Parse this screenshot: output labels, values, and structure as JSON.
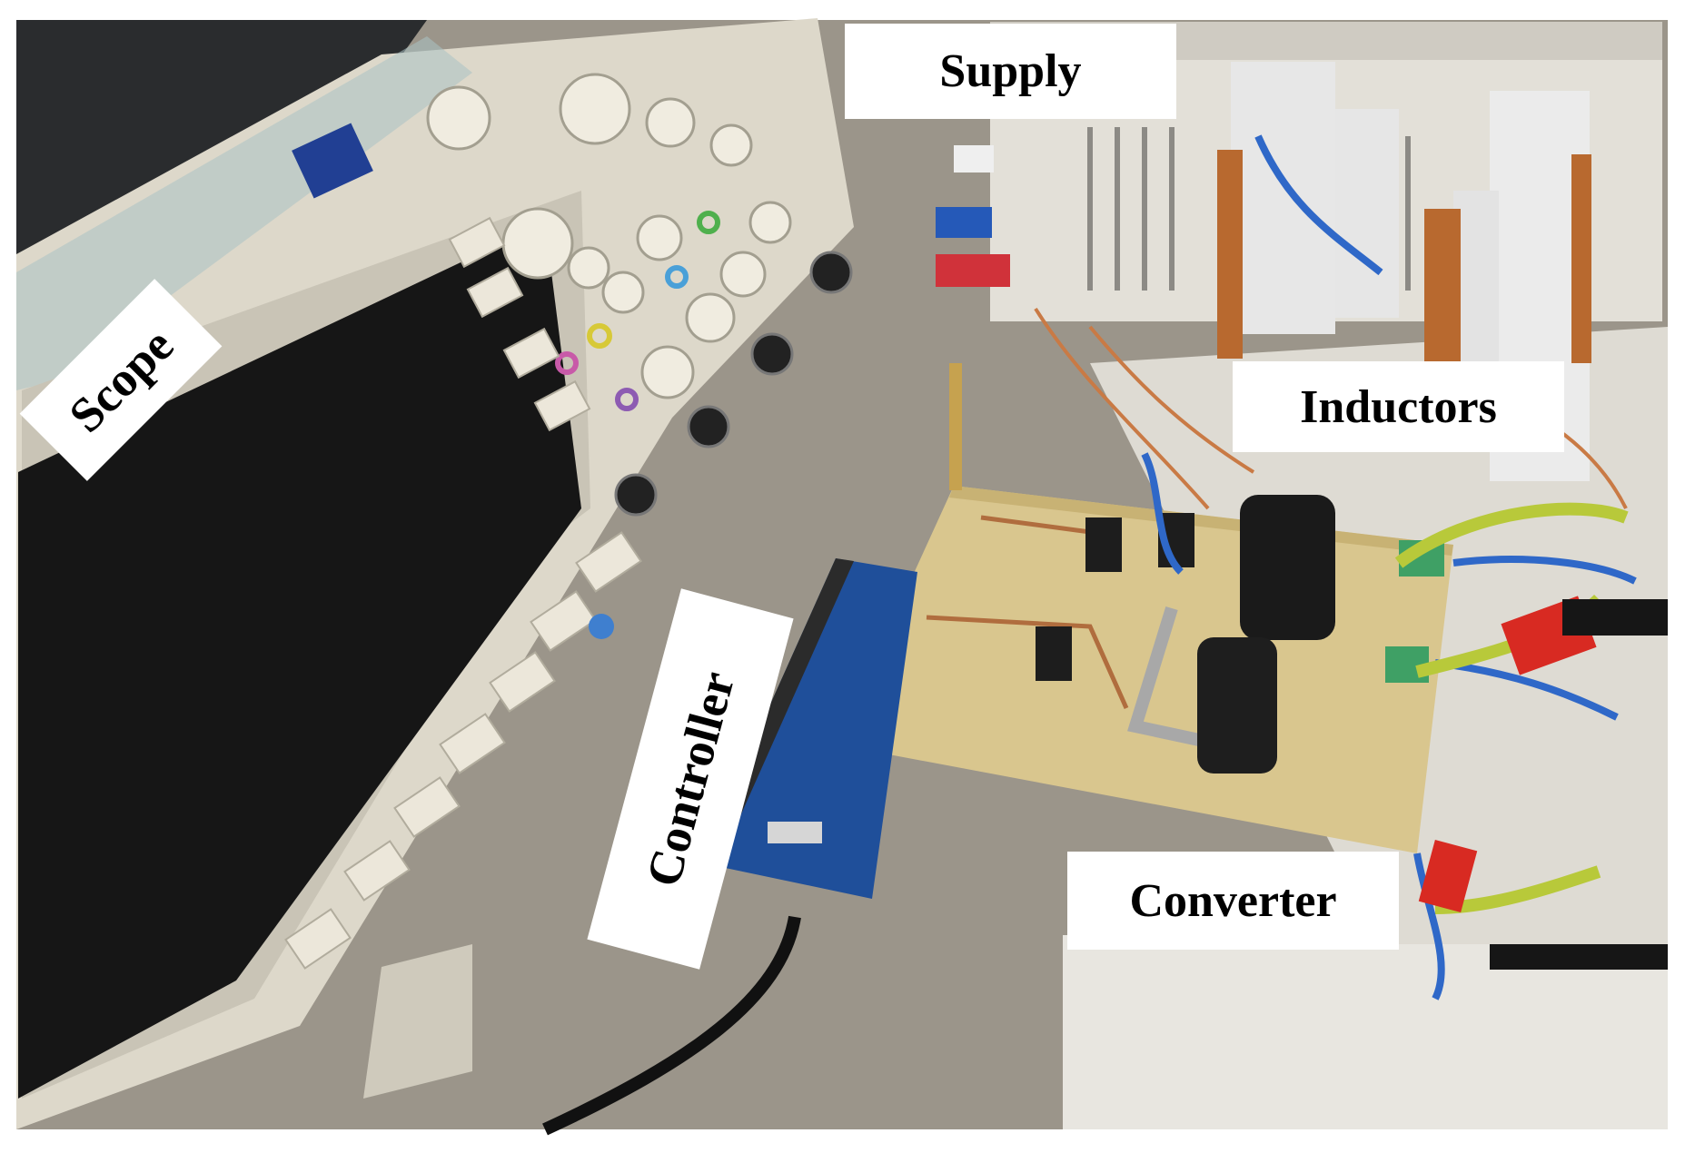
{
  "labels": {
    "supply": "Supply",
    "inductors": "Inductors",
    "converter": "Converter",
    "scope": "Scope",
    "controller": "Controller"
  },
  "colors": {
    "desk": "#8f8a80",
    "oscilloscope_body": "#ddd8ca",
    "screen": "#171717",
    "pcb": "#d9c68e",
    "controller_board": "#1f4f9a",
    "copper_coil": "#b8692f",
    "capacitor": "#1a1a1a",
    "wire_blue": "#2f68c8",
    "wire_yellow_green": "#b8c93a",
    "clip_red": "#d82a22"
  }
}
